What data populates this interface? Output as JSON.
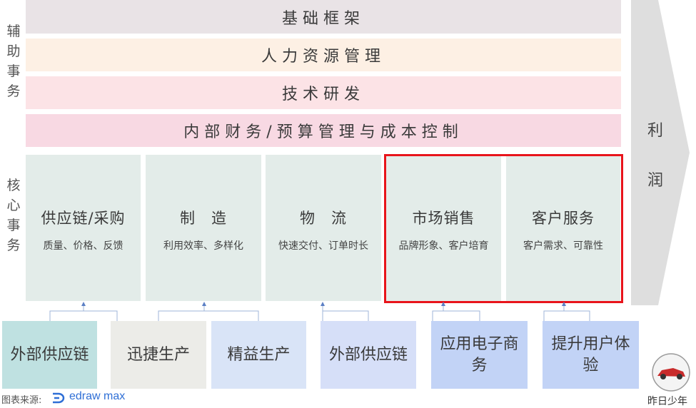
{
  "support_label": [
    "辅",
    "助",
    "事",
    "务"
  ],
  "core_label": [
    "核",
    "心",
    "事",
    "务"
  ],
  "support_bands": [
    {
      "text": "基础框架",
      "color": "#e9e3e6"
    },
    {
      "text": "人力资源管理",
      "color": "#fdf0e4"
    },
    {
      "text": "技术研发",
      "color": "#fce3e6"
    },
    {
      "text": "内部财务/预算管理与成本控制",
      "color": "#f8d9e3"
    }
  ],
  "core_activities": [
    {
      "title": "供应链/采购",
      "subtitle": "质量、价格、反馈"
    },
    {
      "title": "制　造",
      "subtitle": "利用效率、多样化"
    },
    {
      "title": "物　流",
      "subtitle": "快速交付、订单时长"
    },
    {
      "title": "市场销售",
      "subtitle": "品牌形象、客户培育"
    },
    {
      "title": "客户服务",
      "subtitle": "客户需求、可靠性"
    }
  ],
  "highlight_color": "#e8141b",
  "profit_label": [
    "利",
    "润"
  ],
  "bottom_boxes": [
    {
      "text": "外部供应链",
      "color": "#bfe1e1"
    },
    {
      "text": "迅捷生产",
      "color": "#ecece8"
    },
    {
      "text": "精益生产",
      "color": "#d9e4f7"
    },
    {
      "text": "外部供应链",
      "color": "#d6dff8"
    },
    {
      "text": "应用电子商务",
      "color": "#c2d3f6"
    },
    {
      "text": "提升用户体验",
      "color": "#c2d3f6"
    }
  ],
  "footer": {
    "source_label": "图表来源:",
    "brand": "edraw max"
  },
  "watermark": "昨日少年"
}
